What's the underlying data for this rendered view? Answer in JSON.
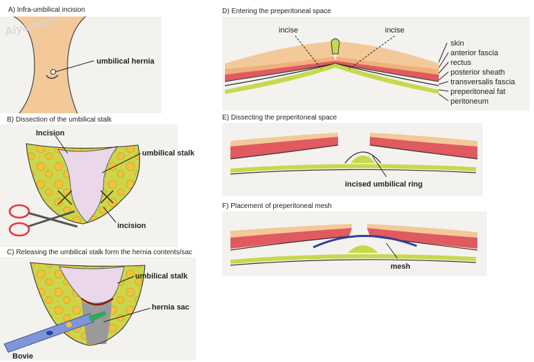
{
  "panels": {
    "a": {
      "caption": "A)  Infra-umbilical incision",
      "label_hernia": "umbilical hernia"
    },
    "b": {
      "caption": "B)  Dissection of the umbilical stalk",
      "label_incision_top": "Incision",
      "label_stalk": "umbilical stalk",
      "label_incision_bottom": "incision"
    },
    "c": {
      "caption": "C) Releasing the umbilical stalk form the hernia contents/sac",
      "label_stalk": "umbilical stalk",
      "label_sac": "hernia sac",
      "label_bovie": "Bovie"
    },
    "d": {
      "caption": "D) Entering the preperitoneal space",
      "label_incise_left": "incise",
      "label_incise_right": "incise",
      "layers": [
        "skin",
        "anterior fascia",
        "rectus",
        "posterior sheath",
        "transversalis fascia",
        "preperitoneal fat",
        "peritoneum"
      ]
    },
    "e": {
      "caption": "E) Dissecting the preperitoneal space",
      "label_ring": "incised umbilical ring"
    },
    "f": {
      "caption": "F) Placement of preperitoneal mesh",
      "label_mesh": "mesh"
    }
  },
  "watermark": "Aiya.com",
  "colors": {
    "skin": "#f3c99a",
    "rectus": "#e05a5f",
    "fat": "#c6d94e",
    "fat_dots": "#f2c23a",
    "stalk": "#ead7ea",
    "sac": "#9a9a9a",
    "mesh": "#2e3e9a",
    "bovie": "#7f95d8"
  }
}
